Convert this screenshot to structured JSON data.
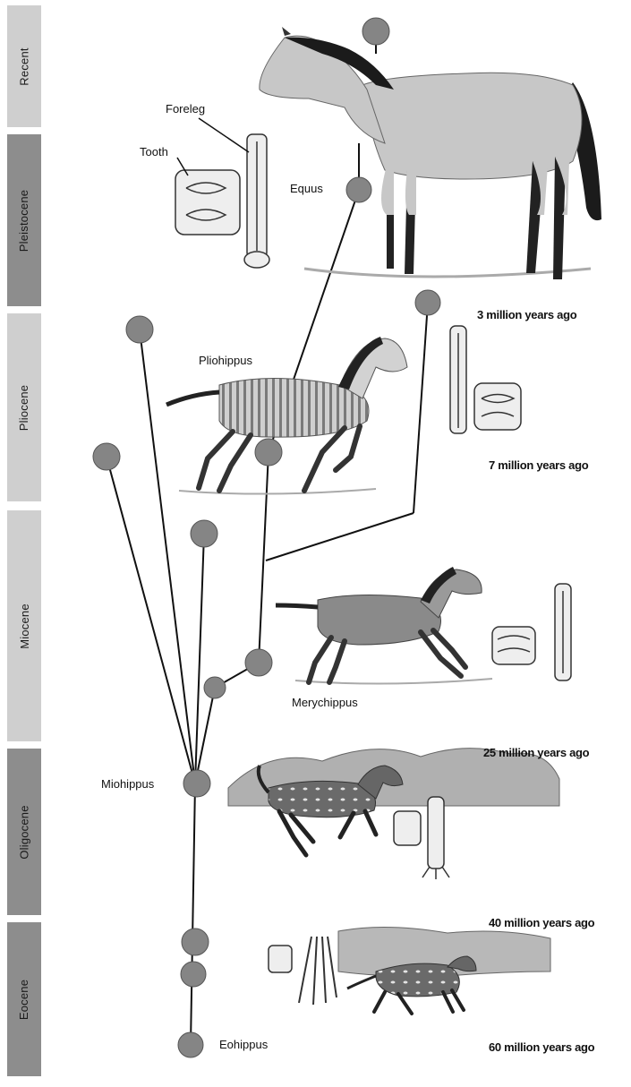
{
  "epochs": [
    {
      "label": "Recent"
    },
    {
      "label": "Pleistocene"
    },
    {
      "label": "Pliocene"
    },
    {
      "label": "Miocene"
    },
    {
      "label": "Oligocene"
    },
    {
      "label": "Eocene"
    }
  ],
  "genera": {
    "equus": "Equus",
    "pliohippus": "Pliohippus",
    "merychippus": "Merychippus",
    "miohippus": "Miohippus",
    "eohippus": "Eohippus"
  },
  "parts": {
    "foreleg": "Foreleg",
    "tooth": "Tooth"
  },
  "times": {
    "t3": "3 million years ago",
    "t7": "7 million years ago",
    "t25": "25 million years ago",
    "t40": "40 million years ago",
    "t60": "60 million years ago"
  },
  "colors": {
    "node": "#858585",
    "line": "#111111",
    "epoch_light": "#cfcfcf",
    "epoch_dark": "#8d8d8d"
  }
}
